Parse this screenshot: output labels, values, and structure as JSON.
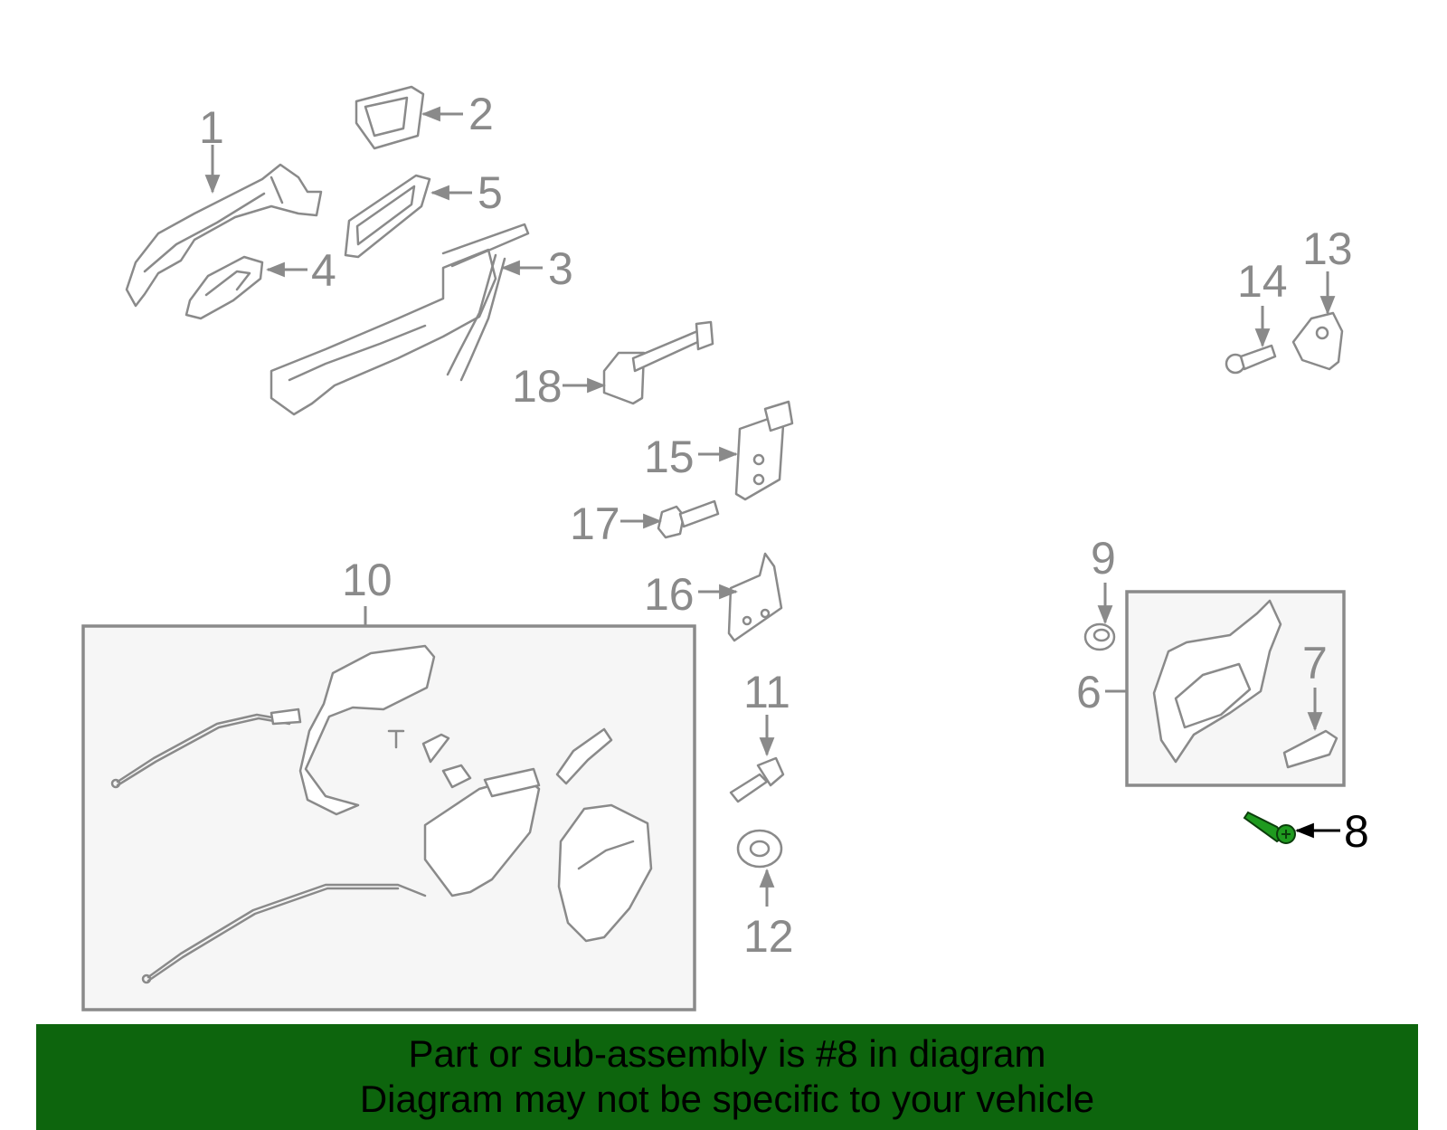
{
  "diagram": {
    "highlighted_part": "8",
    "highlight_color": "#1f9a1f",
    "labels": {
      "p1": "1",
      "p2": "2",
      "p3": "3",
      "p4": "4",
      "p5": "5",
      "p6": "6",
      "p7": "7",
      "p8": "8",
      "p9": "9",
      "p10": "10",
      "p11": "11",
      "p12": "12",
      "p13": "13",
      "p14": "14",
      "p15": "15",
      "p16": "16",
      "p17": "17",
      "p18": "18"
    }
  },
  "banner": {
    "line1": "Part or sub-assembly is #8 in diagram",
    "line2": "Diagram may not be specific to your vehicle",
    "background": "#0d650d"
  }
}
